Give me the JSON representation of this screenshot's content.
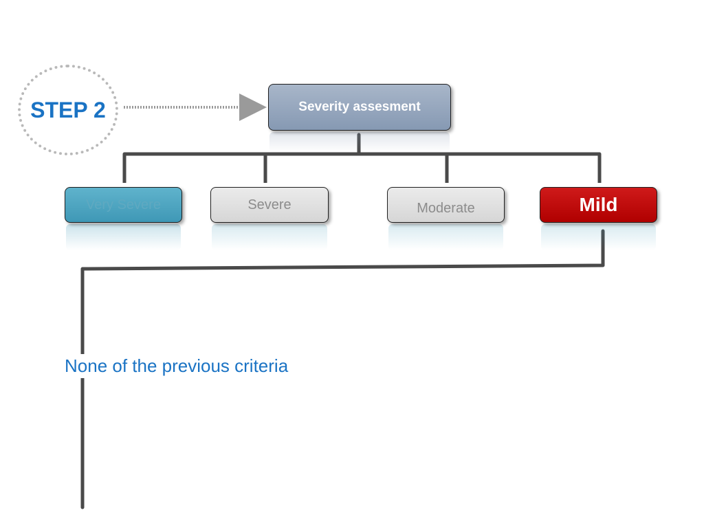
{
  "step_label": "STEP 2",
  "root": {
    "label": "Severity assesment"
  },
  "categories": [
    {
      "key": "very_severe",
      "label": "Very Severe"
    },
    {
      "key": "severe",
      "label": "Severe"
    },
    {
      "key": "moderate",
      "label": "Moderate"
    },
    {
      "key": "mild",
      "label": "Mild"
    }
  ],
  "criteria_text": "None of the previous criteria",
  "colors": {
    "accent_blue": "#1a73c4",
    "root_fill": "#8699b3",
    "very_severe_fill": "#3f98b6",
    "neutral_fill": "#d6d6d6",
    "mild_fill": "#b00000",
    "connector": "#4a4a4a"
  }
}
